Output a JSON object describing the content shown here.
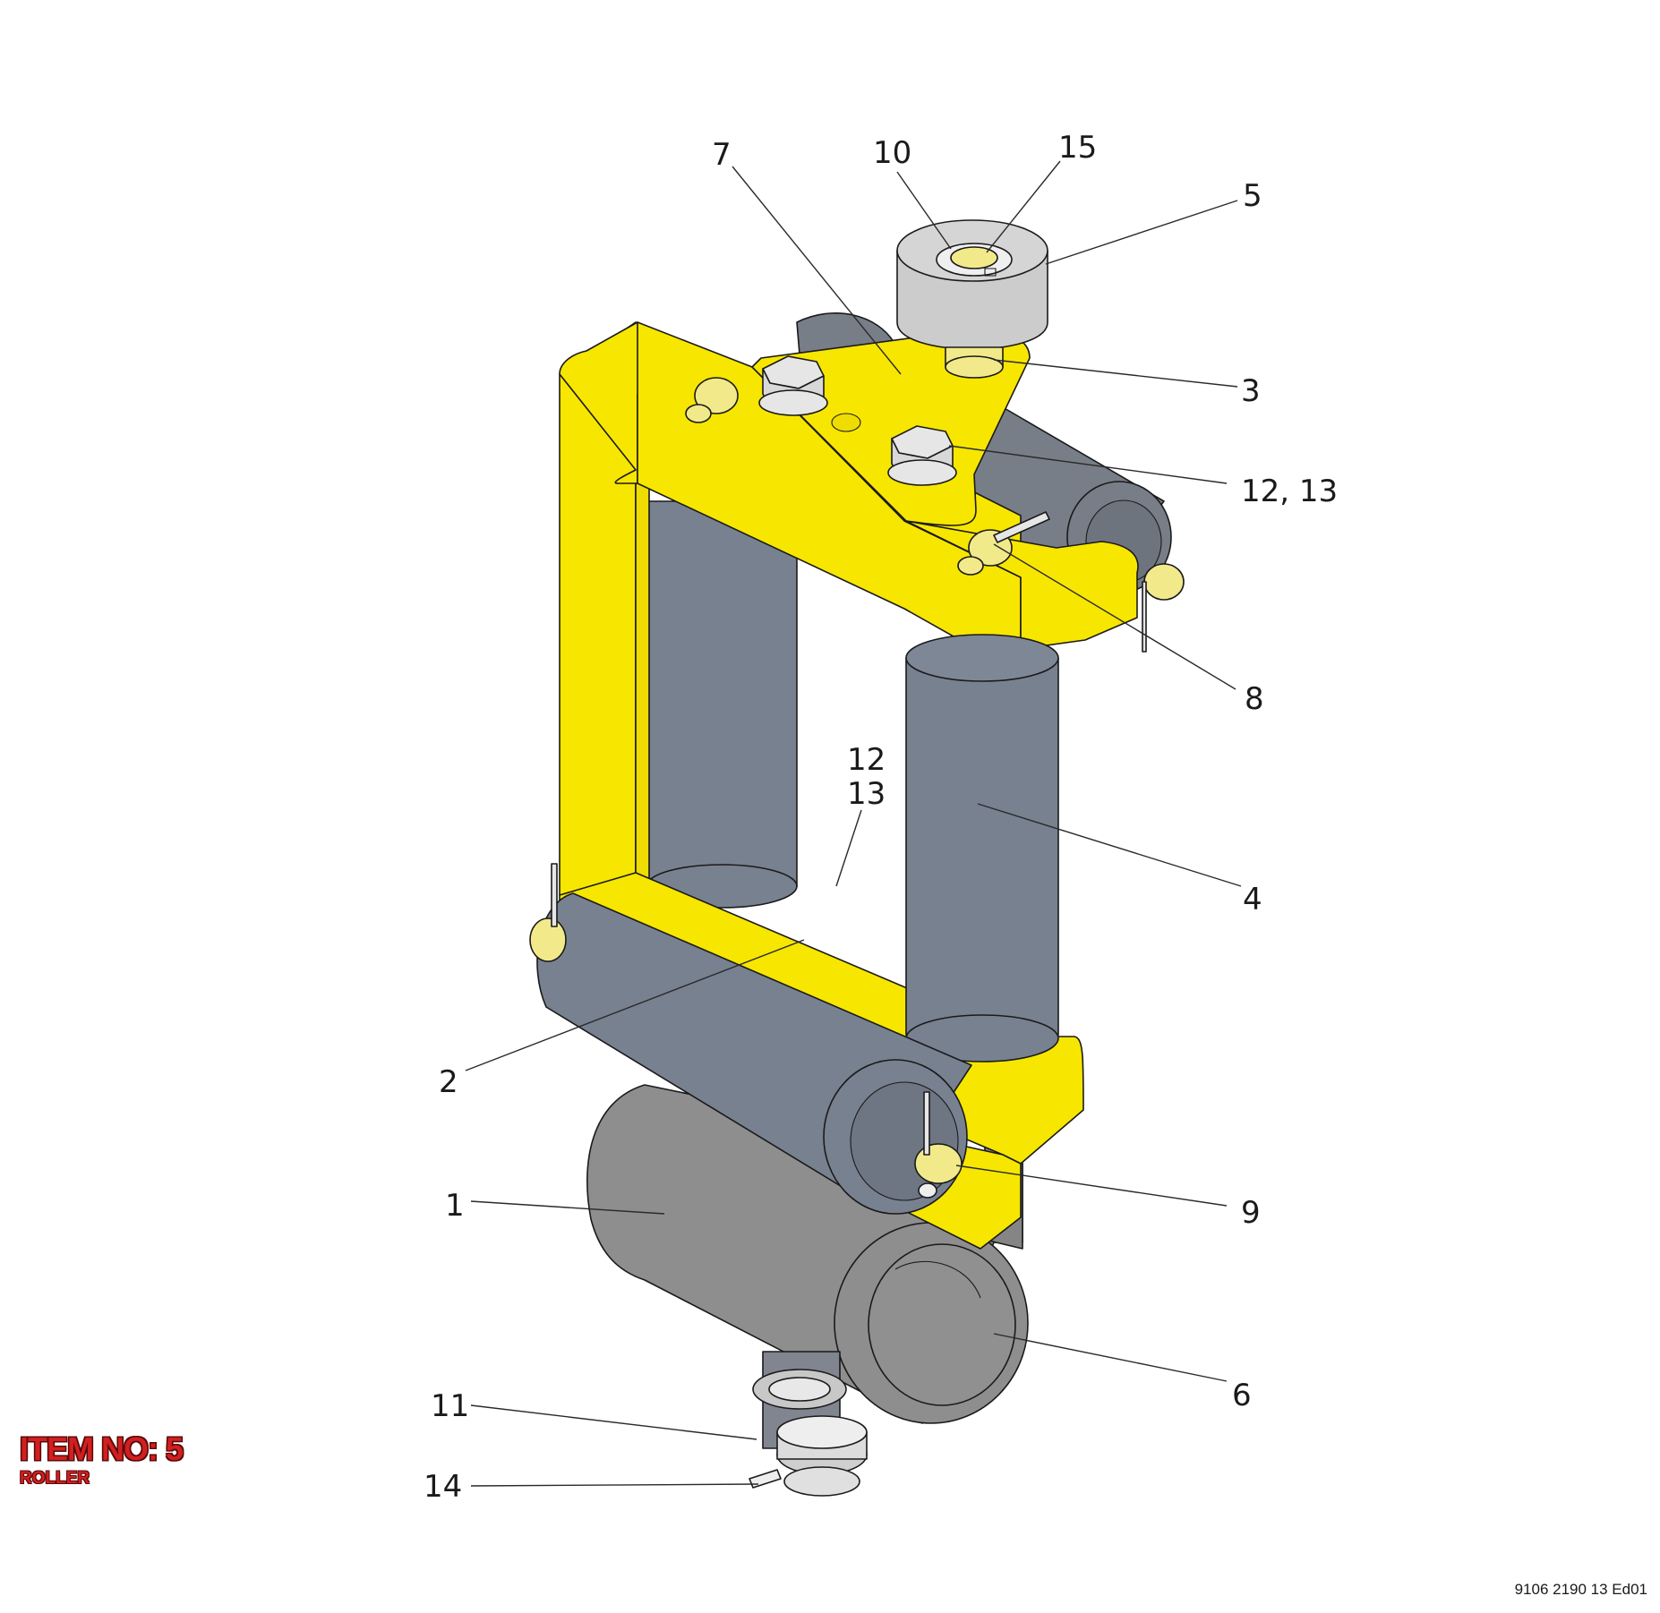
{
  "diagram": {
    "part_labels": [
      "1",
      "2",
      "3",
      "4",
      "5",
      "6",
      "7",
      "8",
      "9",
      "10",
      "11",
      "12, 13",
      "12",
      "13",
      "14",
      "15"
    ]
  },
  "item": {
    "title": "ITEM NO: 5",
    "name": "ROLLER"
  },
  "document": {
    "reference": "9106 2190 13 Ed01"
  },
  "colors": {
    "frame": "#f7e600",
    "roller": "#7a8290",
    "housing": "#8e8e8e",
    "title": "#d21f1f"
  }
}
